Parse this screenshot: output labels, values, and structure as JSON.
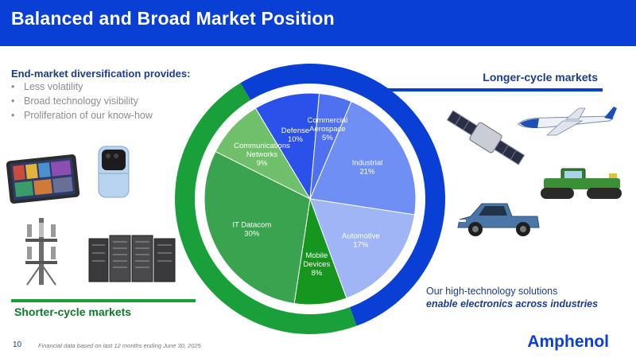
{
  "slide": {
    "title": "Balanced and Broad Market Position",
    "page_number": "10",
    "footnote": "Financial data based on last 12 months ending June 30, 2025",
    "brand": "Amphenol"
  },
  "intro": {
    "heading": "End-market diversification provides:",
    "bullets": [
      "Less volatility",
      "Broad technology visibility",
      "Proliferation of our know-how"
    ],
    "bullet_glyph": "•"
  },
  "labels": {
    "longer": "Longer-cycle markets",
    "shorter": "Shorter-cycle markets"
  },
  "tagline": {
    "line1": "Our high-technology solutions",
    "line2": "enable electronics across industries"
  },
  "colors": {
    "brand_blue": "#0a3fd6",
    "green": "#19a03a",
    "dark_navy": "#1a3c8c"
  },
  "icons": [
    "satellite-icon",
    "airplane-icon",
    "tractor-icon",
    "pickup-truck-icon",
    "tablet-icon",
    "foldable-phone-icon",
    "cell-tower-icon",
    "server-rack-icon"
  ],
  "chart_data": {
    "type": "pie",
    "start_angle_deg": -67,
    "slices": [
      {
        "name": "Industrial",
        "value_label": "21%",
        "value": 21,
        "color": "#6f8ff5",
        "group": "longer"
      },
      {
        "name": "Automotive",
        "value_label": "17%",
        "value": 17,
        "color": "#9fb5f6",
        "group": "longer"
      },
      {
        "name": "Mobile Devices",
        "value_label": "8%",
        "value": 8,
        "color": "#17961f",
        "group": "shorter"
      },
      {
        "name": "IT Datacom",
        "value_label": "30%",
        "value": 30,
        "color": "#3aa34f",
        "group": "shorter"
      },
      {
        "name": "Communications Networks",
        "value_label": "9%",
        "value": 9,
        "color": "#70bf6a",
        "group": "shorter"
      },
      {
        "name": "Defense",
        "value_label": "10%",
        "value": 10,
        "color": "#2a52ea",
        "group": "longer"
      },
      {
        "name": "Commercial Aerospace",
        "value_label": "5%",
        "value": 5,
        "color": "#4f71f0",
        "group": "longer"
      }
    ],
    "label_lines": {
      "Industrial": [
        "Industrial",
        "21%"
      ],
      "Automotive": [
        "Automotive",
        "17%"
      ],
      "Mobile Devices": [
        "Mobile",
        "Devices",
        "8%"
      ],
      "IT Datacom": [
        "IT Datacom",
        "30%"
      ],
      "Communications Networks": [
        "Communications",
        "Networks",
        "9%"
      ],
      "Defense": [
        "Defense",
        "10%"
      ],
      "Commercial Aerospace": [
        "Commercial",
        "Aerospace",
        "5%"
      ]
    },
    "outer_ring": [
      {
        "group": "longer",
        "label": "Longer-cycle markets",
        "color": "#0a3fd6"
      },
      {
        "group": "shorter",
        "label": "Shorter-cycle markets",
        "color": "#19a03a"
      }
    ]
  }
}
